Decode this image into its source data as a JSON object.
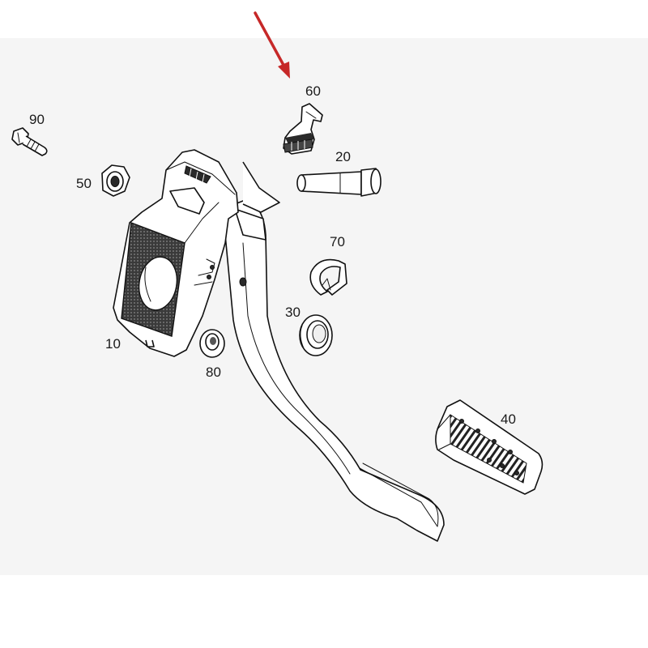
{
  "diagram": {
    "callouts": {
      "p10": "10",
      "p20": "20",
      "p30": "30",
      "p40": "40",
      "p50": "50",
      "p60": "60",
      "p70": "70",
      "p80": "80",
      "p90": "90"
    },
    "highlight_arrow_color": "#c62828",
    "highlighted_part": "60"
  }
}
